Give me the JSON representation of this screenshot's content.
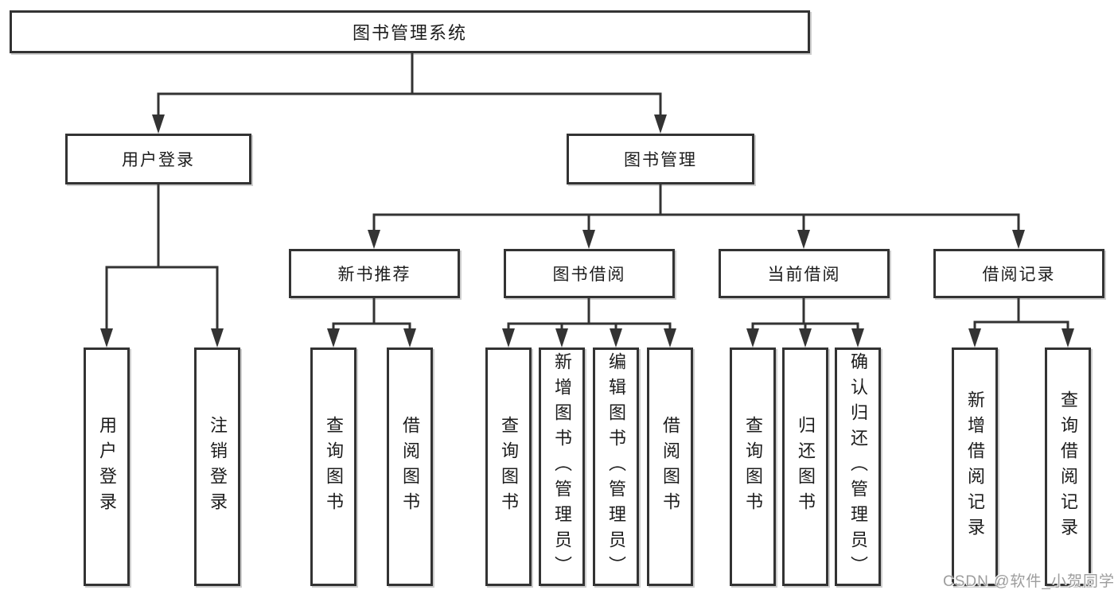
{
  "tree": {
    "root": "图书管理系统",
    "branches": [
      {
        "label": "用户登录",
        "children": [
          "用户登录",
          "注销登录"
        ]
      },
      {
        "label": "图书管理",
        "children": [
          {
            "label": "新书推荐",
            "children": [
              "查询图书",
              "借阅图书"
            ]
          },
          {
            "label": "图书借阅",
            "children": [
              "查询图书",
              "新增图书（管理员）",
              "编辑图书（管理员）",
              "借阅图书"
            ]
          },
          {
            "label": "当前借阅",
            "children": [
              "查询图书",
              "归还图书",
              "确认归还（管理员）"
            ]
          },
          {
            "label": "借阅记录",
            "children": [
              "新增借阅记录",
              "查询借阅记录"
            ]
          }
        ]
      }
    ]
  },
  "colors": {
    "line": "#333333",
    "text": "#1c1c1c",
    "watermark": "#9d9d9d",
    "background": "#ffffff"
  },
  "watermark": "CSDN @软件_小贺同学"
}
